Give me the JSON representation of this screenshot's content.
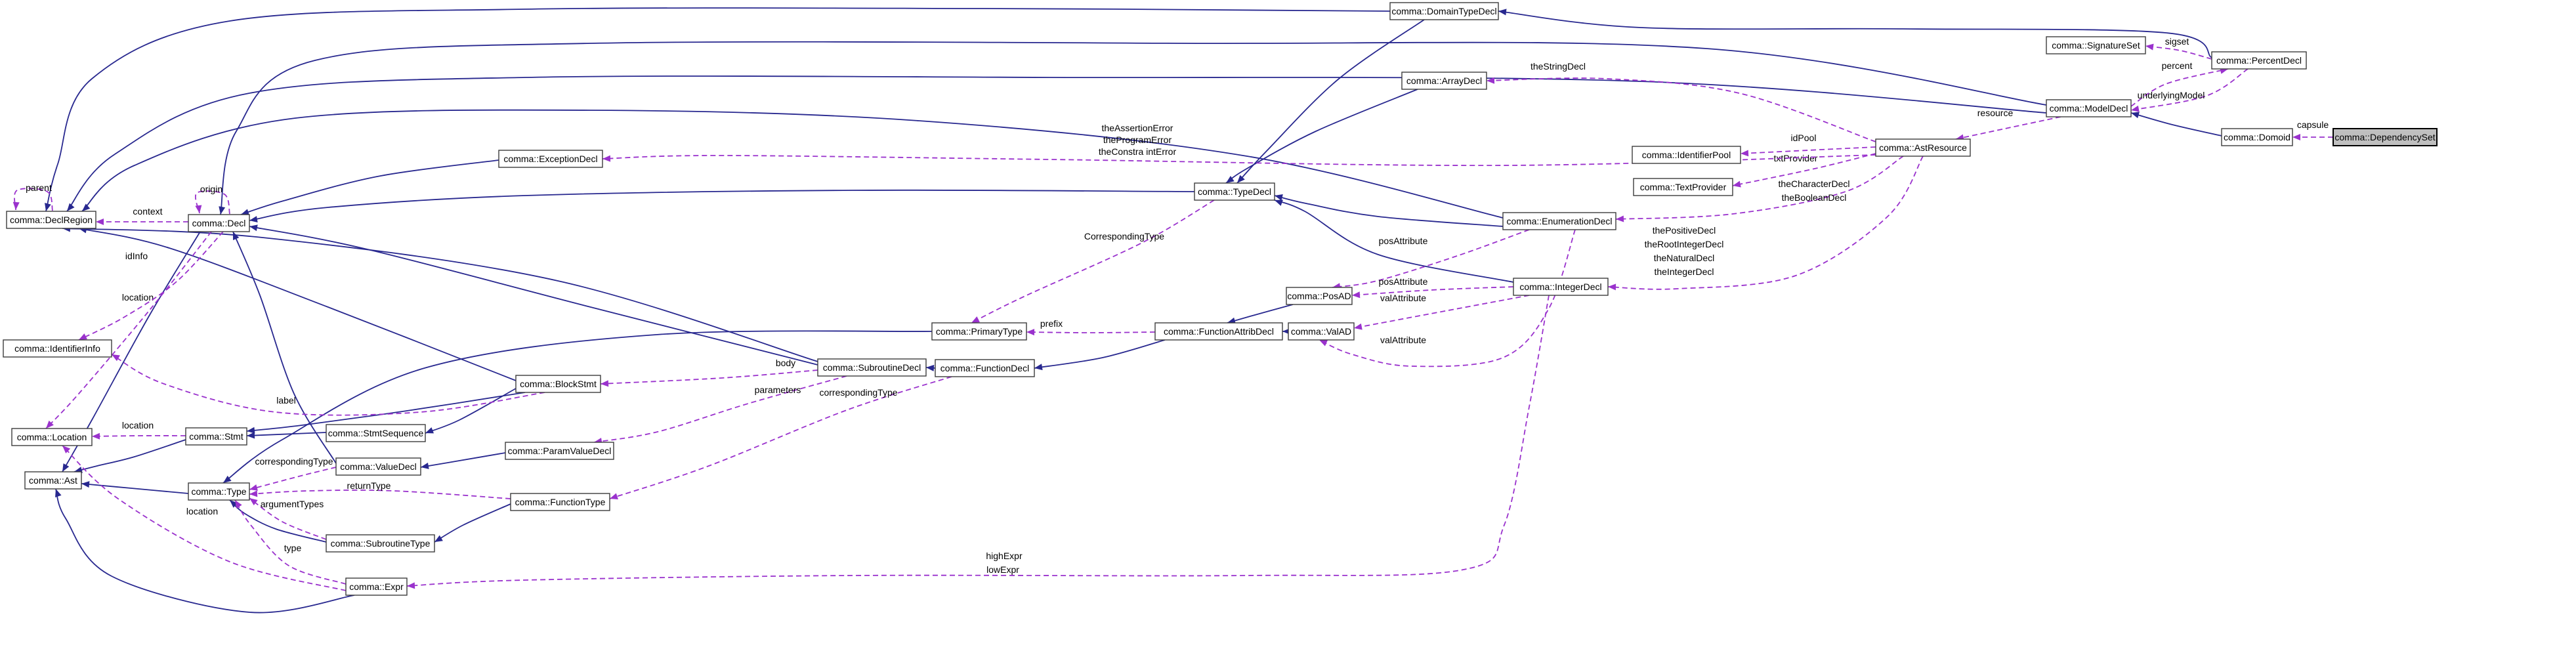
{
  "diagram": {
    "kind": "doxygen-collaboration-graph",
    "focus_node": "comma::DependencySet",
    "colors": {
      "background": "#ffffff",
      "inheritance_edge": "#28288f",
      "usage_edge": "#9a32cd",
      "box_border": "#3c3c3c",
      "box_fill": "#ffffff",
      "focus_box_fill": "#bfbfbf",
      "text": "#000000"
    },
    "nodes": [
      {
        "id": "declregion",
        "label": "comma::DeclRegion",
        "highlight": false
      },
      {
        "id": "decl",
        "label": "comma::Decl",
        "highlight": false
      },
      {
        "id": "identifierinfo",
        "label": "comma::IdentifierInfo",
        "highlight": false
      },
      {
        "id": "location",
        "label": "comma::Location",
        "highlight": false
      },
      {
        "id": "stmt",
        "label": "comma::Stmt",
        "highlight": false
      },
      {
        "id": "ast",
        "label": "comma::Ast",
        "highlight": false
      },
      {
        "id": "type",
        "label": "comma::Type",
        "highlight": false
      },
      {
        "id": "stmtsequence",
        "label": "comma::StmtSequence",
        "highlight": false
      },
      {
        "id": "valuedecl",
        "label": "comma::ValueDecl",
        "highlight": false
      },
      {
        "id": "paramvaluedecl",
        "label": "comma::ParamValueDecl",
        "highlight": false
      },
      {
        "id": "functiontype",
        "label": "comma::FunctionType",
        "highlight": false
      },
      {
        "id": "subroutinetype",
        "label": "comma::SubroutineType",
        "highlight": false
      },
      {
        "id": "expr",
        "label": "comma::Expr",
        "highlight": false
      },
      {
        "id": "exceptiondecl",
        "label": "comma::ExceptionDecl",
        "highlight": false
      },
      {
        "id": "blockstmt",
        "label": "comma::BlockStmt",
        "highlight": false
      },
      {
        "id": "subroutinedecl",
        "label": "comma::SubroutineDecl",
        "highlight": false
      },
      {
        "id": "functiondecl",
        "label": "comma::FunctionDecl",
        "highlight": false
      },
      {
        "id": "primarytype",
        "label": "comma::PrimaryType",
        "highlight": false
      },
      {
        "id": "functionattribdecl",
        "label": "comma::FunctionAttribDecl",
        "highlight": false
      },
      {
        "id": "posad",
        "label": "comma::PosAD",
        "highlight": false
      },
      {
        "id": "valad",
        "label": "comma::ValAD",
        "highlight": false
      },
      {
        "id": "typedecl",
        "label": "comma::TypeDecl",
        "highlight": false
      },
      {
        "id": "enumerationdecl",
        "label": "comma::EnumerationDecl",
        "highlight": false
      },
      {
        "id": "integerdecl",
        "label": "comma::IntegerDecl",
        "highlight": false
      },
      {
        "id": "domaintypedecl",
        "label": "comma::DomainTypeDecl",
        "highlight": false
      },
      {
        "id": "arraydecl",
        "label": "comma::ArrayDecl",
        "highlight": false
      },
      {
        "id": "identifierpool",
        "label": "comma::IdentifierPool",
        "highlight": false
      },
      {
        "id": "textprovider",
        "label": "comma::TextProvider",
        "highlight": false
      },
      {
        "id": "astresource",
        "label": "comma::AstResource",
        "highlight": false
      },
      {
        "id": "modeldecl",
        "label": "comma::ModelDecl",
        "highlight": false
      },
      {
        "id": "signatureset",
        "label": "comma::SignatureSet",
        "highlight": false
      },
      {
        "id": "percentdecl",
        "label": "comma::PercentDecl",
        "highlight": false
      },
      {
        "id": "domoid",
        "label": "comma::Domoid",
        "highlight": false
      },
      {
        "id": "dependencyset",
        "label": "comma::DependencySet",
        "highlight": true
      }
    ],
    "edges": [
      {
        "id": "e01",
        "from": "percentdecl",
        "to": "domaintypedecl",
        "kind": "inheritance",
        "labels": []
      },
      {
        "id": "e02",
        "from": "domaintypedecl",
        "to": "declregion",
        "kind": "inheritance",
        "labels": []
      },
      {
        "id": "e03",
        "from": "modeldecl",
        "to": "decl",
        "kind": "inheritance",
        "labels": []
      },
      {
        "id": "e04",
        "from": "modeldecl",
        "to": "declregion",
        "kind": "inheritance",
        "labels": []
      },
      {
        "id": "e05",
        "from": "enumerationdecl",
        "to": "declregion",
        "kind": "inheritance",
        "labels": []
      },
      {
        "id": "e06",
        "from": "domaintypedecl",
        "to": "typedecl",
        "kind": "inheritance",
        "labels": []
      },
      {
        "id": "e07",
        "from": "arraydecl",
        "to": "typedecl",
        "kind": "inheritance",
        "labels": []
      },
      {
        "id": "e08",
        "from": "enumerationdecl",
        "to": "typedecl",
        "kind": "inheritance",
        "labels": []
      },
      {
        "id": "e09",
        "from": "integerdecl",
        "to": "typedecl",
        "kind": "inheritance",
        "labels": []
      },
      {
        "id": "e10",
        "from": "typedecl",
        "to": "decl",
        "kind": "inheritance",
        "labels": []
      },
      {
        "id": "e11",
        "from": "exceptiondecl",
        "to": "decl",
        "kind": "inheritance",
        "labels": []
      },
      {
        "id": "e12",
        "from": "subroutinedecl",
        "to": "decl",
        "kind": "inheritance",
        "labels": []
      },
      {
        "id": "e13",
        "from": "valuedecl",
        "to": "decl",
        "kind": "inheritance",
        "labels": []
      },
      {
        "id": "e14",
        "from": "decl",
        "to": "ast",
        "kind": "inheritance",
        "labels": []
      },
      {
        "id": "e15",
        "from": "stmt",
        "to": "ast",
        "kind": "inheritance",
        "labels": []
      },
      {
        "id": "e16",
        "from": "type",
        "to": "ast",
        "kind": "inheritance",
        "labels": []
      },
      {
        "id": "e17",
        "from": "expr",
        "to": "ast",
        "kind": "inheritance",
        "labels": []
      },
      {
        "id": "e18",
        "from": "blockstmt",
        "to": "stmtsequence",
        "kind": "inheritance",
        "labels": []
      },
      {
        "id": "e19",
        "from": "stmtsequence",
        "to": "stmt",
        "kind": "inheritance",
        "labels": []
      },
      {
        "id": "e20",
        "from": "blockstmt",
        "to": "stmt",
        "kind": "inheritance",
        "labels": []
      },
      {
        "id": "e21",
        "from": "blockstmt",
        "to": "declregion",
        "kind": "inheritance",
        "labels": []
      },
      {
        "id": "e22",
        "from": "subroutinedecl",
        "to": "declregion",
        "kind": "inheritance",
        "labels": []
      },
      {
        "id": "e23",
        "from": "paramvaluedecl",
        "to": "valuedecl",
        "kind": "inheritance",
        "labels": []
      },
      {
        "id": "e24",
        "from": "functiondecl",
        "to": "subroutinedecl",
        "kind": "inheritance",
        "labels": []
      },
      {
        "id": "e25",
        "from": "functionattribdecl",
        "to": "functiondecl",
        "kind": "inheritance",
        "labels": []
      },
      {
        "id": "e26",
        "from": "posad",
        "to": "functionattribdecl",
        "kind": "inheritance",
        "labels": []
      },
      {
        "id": "e27",
        "from": "valad",
        "to": "functionattribdecl",
        "kind": "inheritance",
        "labels": []
      },
      {
        "id": "e28",
        "from": "functiontype",
        "to": "subroutinetype",
        "kind": "inheritance",
        "labels": []
      },
      {
        "id": "e29",
        "from": "subroutinetype",
        "to": "type",
        "kind": "inheritance",
        "labels": []
      },
      {
        "id": "e30",
        "from": "primarytype",
        "to": "type",
        "kind": "inheritance",
        "labels": []
      },
      {
        "id": "e31",
        "from": "domoid",
        "to": "modeldecl",
        "kind": "inheritance",
        "labels": []
      },
      {
        "id": "e32",
        "from": "dependencyset",
        "to": "domoid",
        "kind": "usage",
        "labels": [
          "capsule"
        ]
      },
      {
        "id": "e33",
        "from": "percentdecl",
        "to": "signatureset",
        "kind": "usage",
        "labels": [
          "sigset"
        ]
      },
      {
        "id": "e34",
        "from": "modeldecl",
        "to": "percentdecl",
        "kind": "usage",
        "labels": [
          "percent"
        ]
      },
      {
        "id": "e35",
        "from": "percentdecl",
        "to": "modeldecl",
        "kind": "usage",
        "labels": [
          "underlyingModel"
        ]
      },
      {
        "id": "e36",
        "from": "modeldecl",
        "to": "astresource",
        "kind": "usage",
        "labels": [
          "resource"
        ]
      },
      {
        "id": "e37",
        "from": "astresource",
        "to": "identifierpool",
        "kind": "usage",
        "labels": [
          "idPool"
        ]
      },
      {
        "id": "e38",
        "from": "astresource",
        "to": "textprovider",
        "kind": "usage",
        "labels": [
          "txtProvider"
        ]
      },
      {
        "id": "e39",
        "from": "astresource",
        "to": "enumerationdecl",
        "kind": "usage",
        "labels": [
          "theCharacterDecl",
          "theBooleanDecl"
        ]
      },
      {
        "id": "e40",
        "from": "astresource",
        "to": "integerdecl",
        "kind": "usage",
        "labels": [
          "thePositiveDecl",
          "theRootIntegerDecl",
          "theNaturalDecl",
          "theIntegerDecl"
        ]
      },
      {
        "id": "e41",
        "from": "astresource",
        "to": "arraydecl",
        "kind": "usage",
        "labels": [
          "theStringDecl"
        ]
      },
      {
        "id": "e42",
        "from": "astresource",
        "to": "exceptiondecl",
        "kind": "usage",
        "labels": [
          "theAssertionError",
          "theProgramError",
          "theConstra intError"
        ]
      },
      {
        "id": "e43",
        "from": "typedecl",
        "to": "primarytype",
        "kind": "usage",
        "labels": [
          "CorrespondingType"
        ]
      },
      {
        "id": "e44",
        "from": "functionattribdecl",
        "to": "primarytype",
        "kind": "usage",
        "labels": [
          "prefix"
        ]
      },
      {
        "id": "e45",
        "from": "enumerationdecl",
        "to": "posad",
        "kind": "usage",
        "labels": [
          "posAttribute"
        ]
      },
      {
        "id": "e46",
        "from": "integerdecl",
        "to": "posad",
        "kind": "usage",
        "labels": [
          "posAttribute"
        ]
      },
      {
        "id": "e47",
        "from": "integerdecl",
        "to": "valad",
        "kind": "usage",
        "labels": [
          "valAttribute"
        ]
      },
      {
        "id": "e48",
        "from": "enumerationdecl",
        "to": "valad",
        "kind": "usage",
        "labels": [
          "valAttribute"
        ]
      },
      {
        "id": "e49",
        "from": "subroutinedecl",
        "to": "blockstmt",
        "kind": "usage",
        "labels": [
          "body"
        ]
      },
      {
        "id": "e50",
        "from": "subroutinedecl",
        "to": "paramvaluedecl",
        "kind": "usage",
        "labels": [
          "parameters"
        ]
      },
      {
        "id": "e51",
        "from": "functiondecl",
        "to": "functiontype",
        "kind": "usage",
        "labels": [
          "correspondingType"
        ]
      },
      {
        "id": "e52",
        "from": "valuedecl",
        "to": "type",
        "kind": "usage",
        "labels": [
          "correspondingType"
        ]
      },
      {
        "id": "e53",
        "from": "functiontype",
        "to": "type",
        "kind": "usage",
        "labels": [
          "returnType"
        ]
      },
      {
        "id": "e54",
        "from": "subroutinetype",
        "to": "type",
        "kind": "usage",
        "labels": [
          "argumentTypes"
        ]
      },
      {
        "id": "e55",
        "from": "expr",
        "to": "type",
        "kind": "usage",
        "labels": [
          "type"
        ]
      },
      {
        "id": "e56",
        "from": "expr",
        "to": "location",
        "kind": "usage",
        "labels": [
          "location"
        ]
      },
      {
        "id": "e57",
        "from": "stmt",
        "to": "location",
        "kind": "usage",
        "labels": [
          "location"
        ]
      },
      {
        "id": "e58",
        "from": "decl",
        "to": "location",
        "kind": "usage",
        "labels": [
          "location"
        ]
      },
      {
        "id": "e59",
        "from": "decl",
        "to": "identifierinfo",
        "kind": "usage",
        "labels": [
          "idInfo"
        ]
      },
      {
        "id": "e60",
        "from": "blockstmt",
        "to": "identifierinfo",
        "kind": "usage",
        "labels": [
          "label"
        ]
      },
      {
        "id": "e61",
        "from": "decl",
        "to": "declregion",
        "kind": "usage",
        "labels": [
          "context"
        ]
      },
      {
        "id": "e62",
        "from": "declregion",
        "to": "declregion",
        "kind": "usage",
        "labels": [
          "parent"
        ]
      },
      {
        "id": "e63",
        "from": "decl",
        "to": "decl",
        "kind": "usage",
        "labels": [
          "origin"
        ]
      },
      {
        "id": "e64",
        "from": "integerdecl",
        "to": "expr",
        "kind": "usage",
        "labels": [
          "highExpr",
          "lowExpr"
        ]
      }
    ]
  }
}
